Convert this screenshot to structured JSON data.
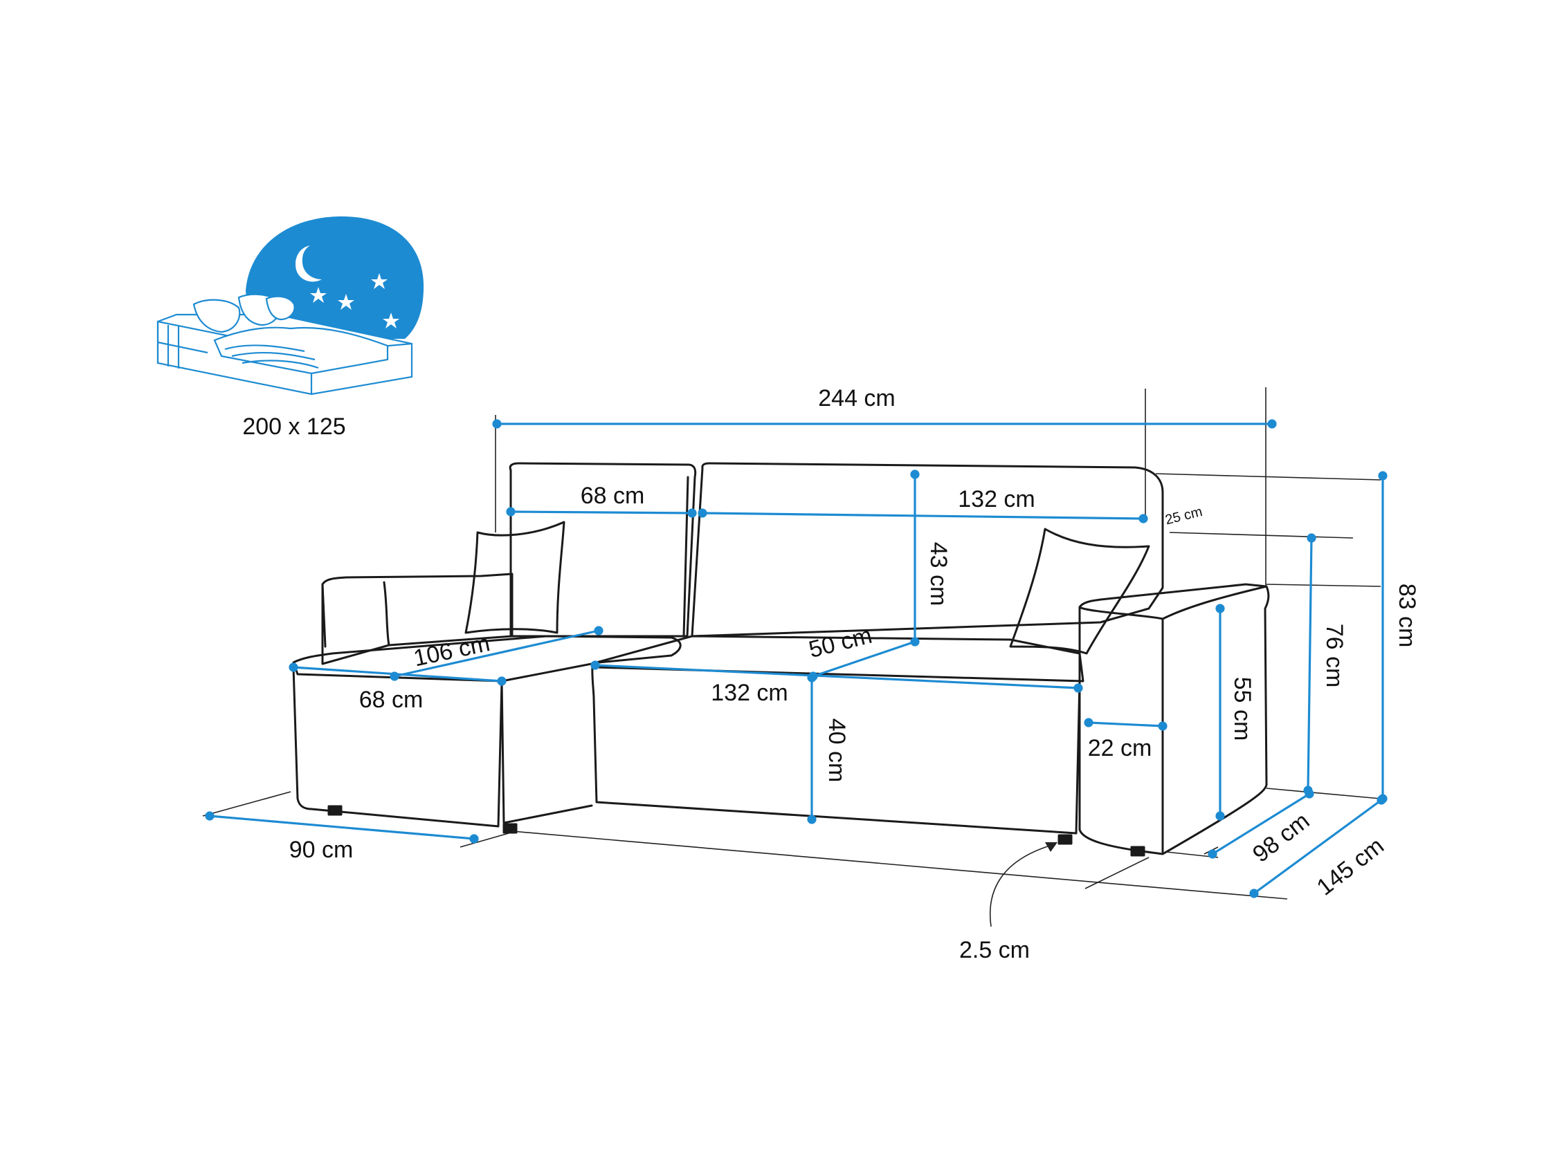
{
  "colors": {
    "background": "#ffffff",
    "outline": "#1a1a1a",
    "dimension": "#1d8bd2",
    "ext_line": "#222222",
    "night_icon": "#1d8bd2",
    "bed_icon": "#1d8bd2"
  },
  "icons": {
    "sleep_function": "sofa-bed-night-icon",
    "moon": "crescent-moon-icon",
    "star": "star-icon"
  },
  "bed_size": "200 x 125",
  "dimensions": {
    "overall_width": "244 cm",
    "chaise_back_width": "68 cm",
    "main_back_width": "132 cm",
    "back_thickness": "25 cm",
    "back_height": "43 cm",
    "chaise_length": "106 cm",
    "seat_depth": "50 cm",
    "chaise_front_width": "68 cm",
    "main_front_width": "132 cm",
    "seat_height": "40 cm",
    "armrest_width": "22 cm",
    "armrest_height": "55 cm",
    "total_back_height": "76 cm",
    "total_height": "83 cm",
    "chaise_depth": "90 cm",
    "sofa_depth": "98 cm",
    "total_depth": "145 cm",
    "leg_height": "2.5 cm"
  }
}
